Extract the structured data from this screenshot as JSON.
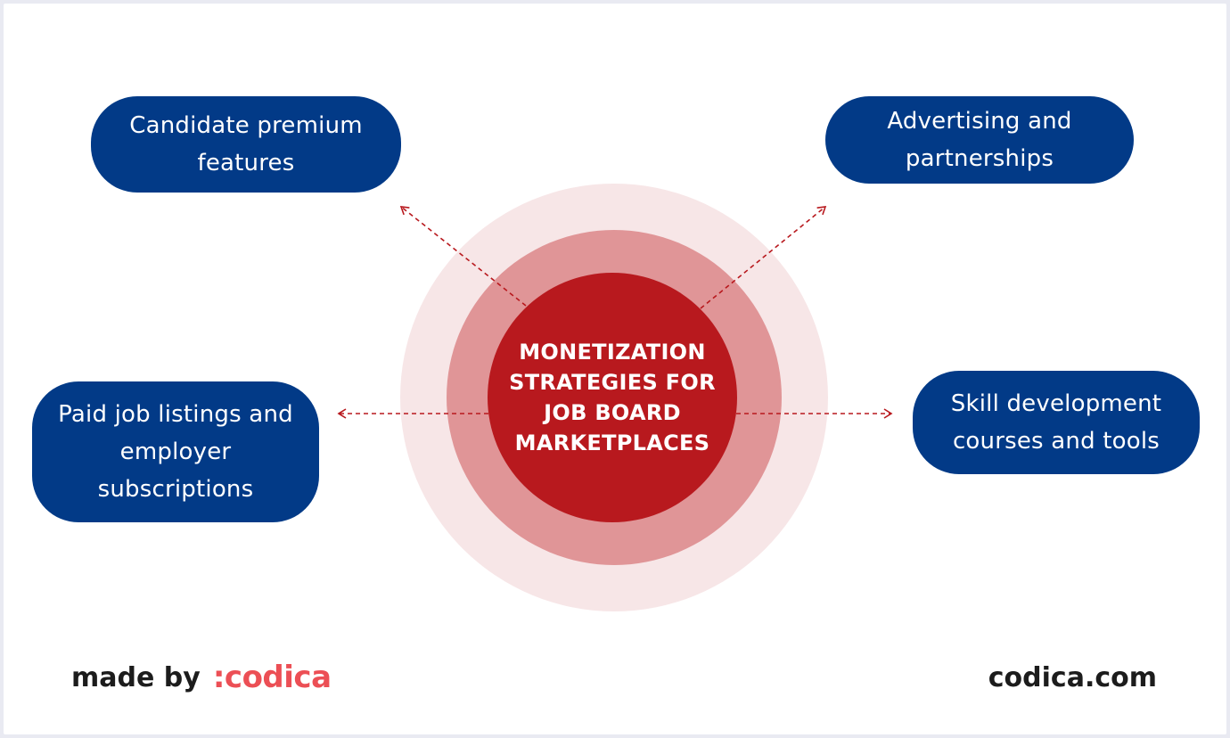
{
  "diagram": {
    "center": {
      "label": "MONETIZATION STRATEGIES FOR JOB BOARD MARKETPLACES",
      "colors": {
        "inner": "#b8191e",
        "middle": "#e09597",
        "outer": "#f7e6e7"
      }
    },
    "nodes": [
      {
        "id": "candidate",
        "lines": [
          "Candidate premium",
          "features"
        ]
      },
      {
        "id": "advertising",
        "lines": [
          "Advertising and",
          "partnerships"
        ]
      },
      {
        "id": "paid",
        "lines": [
          "Paid job listings and",
          "employer",
          "subscriptions"
        ]
      },
      {
        "id": "skill",
        "lines": [
          "Skill development",
          "courses and tools"
        ]
      }
    ],
    "node_color": "#023a87",
    "arrow_color": "#b8191e"
  },
  "footer": {
    "made_by_label": "made by",
    "brand_logo_text": ":codica",
    "brand_color": "#ec4f55",
    "site_url": "codica.com"
  }
}
